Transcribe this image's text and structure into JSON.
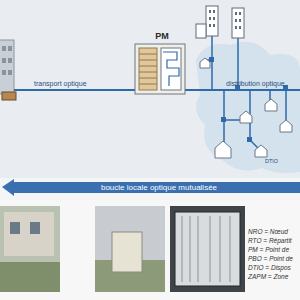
{
  "diagram": {
    "nodes": [
      {
        "text": [
          "PM"
        ]
      },
      {
        "text": [
          "boucle locale optique mutualisée"
        ]
      }
    ],
    "labels": [
      "transport optique",
      "distribution optique",
      "DTIO",
      "NRO = Nœud",
      "RTO = Répartit",
      "PM = Point de",
      "PBO = Point de",
      "DTIO = Dispos",
      "ZAPM = Zone"
    ]
  }
}
